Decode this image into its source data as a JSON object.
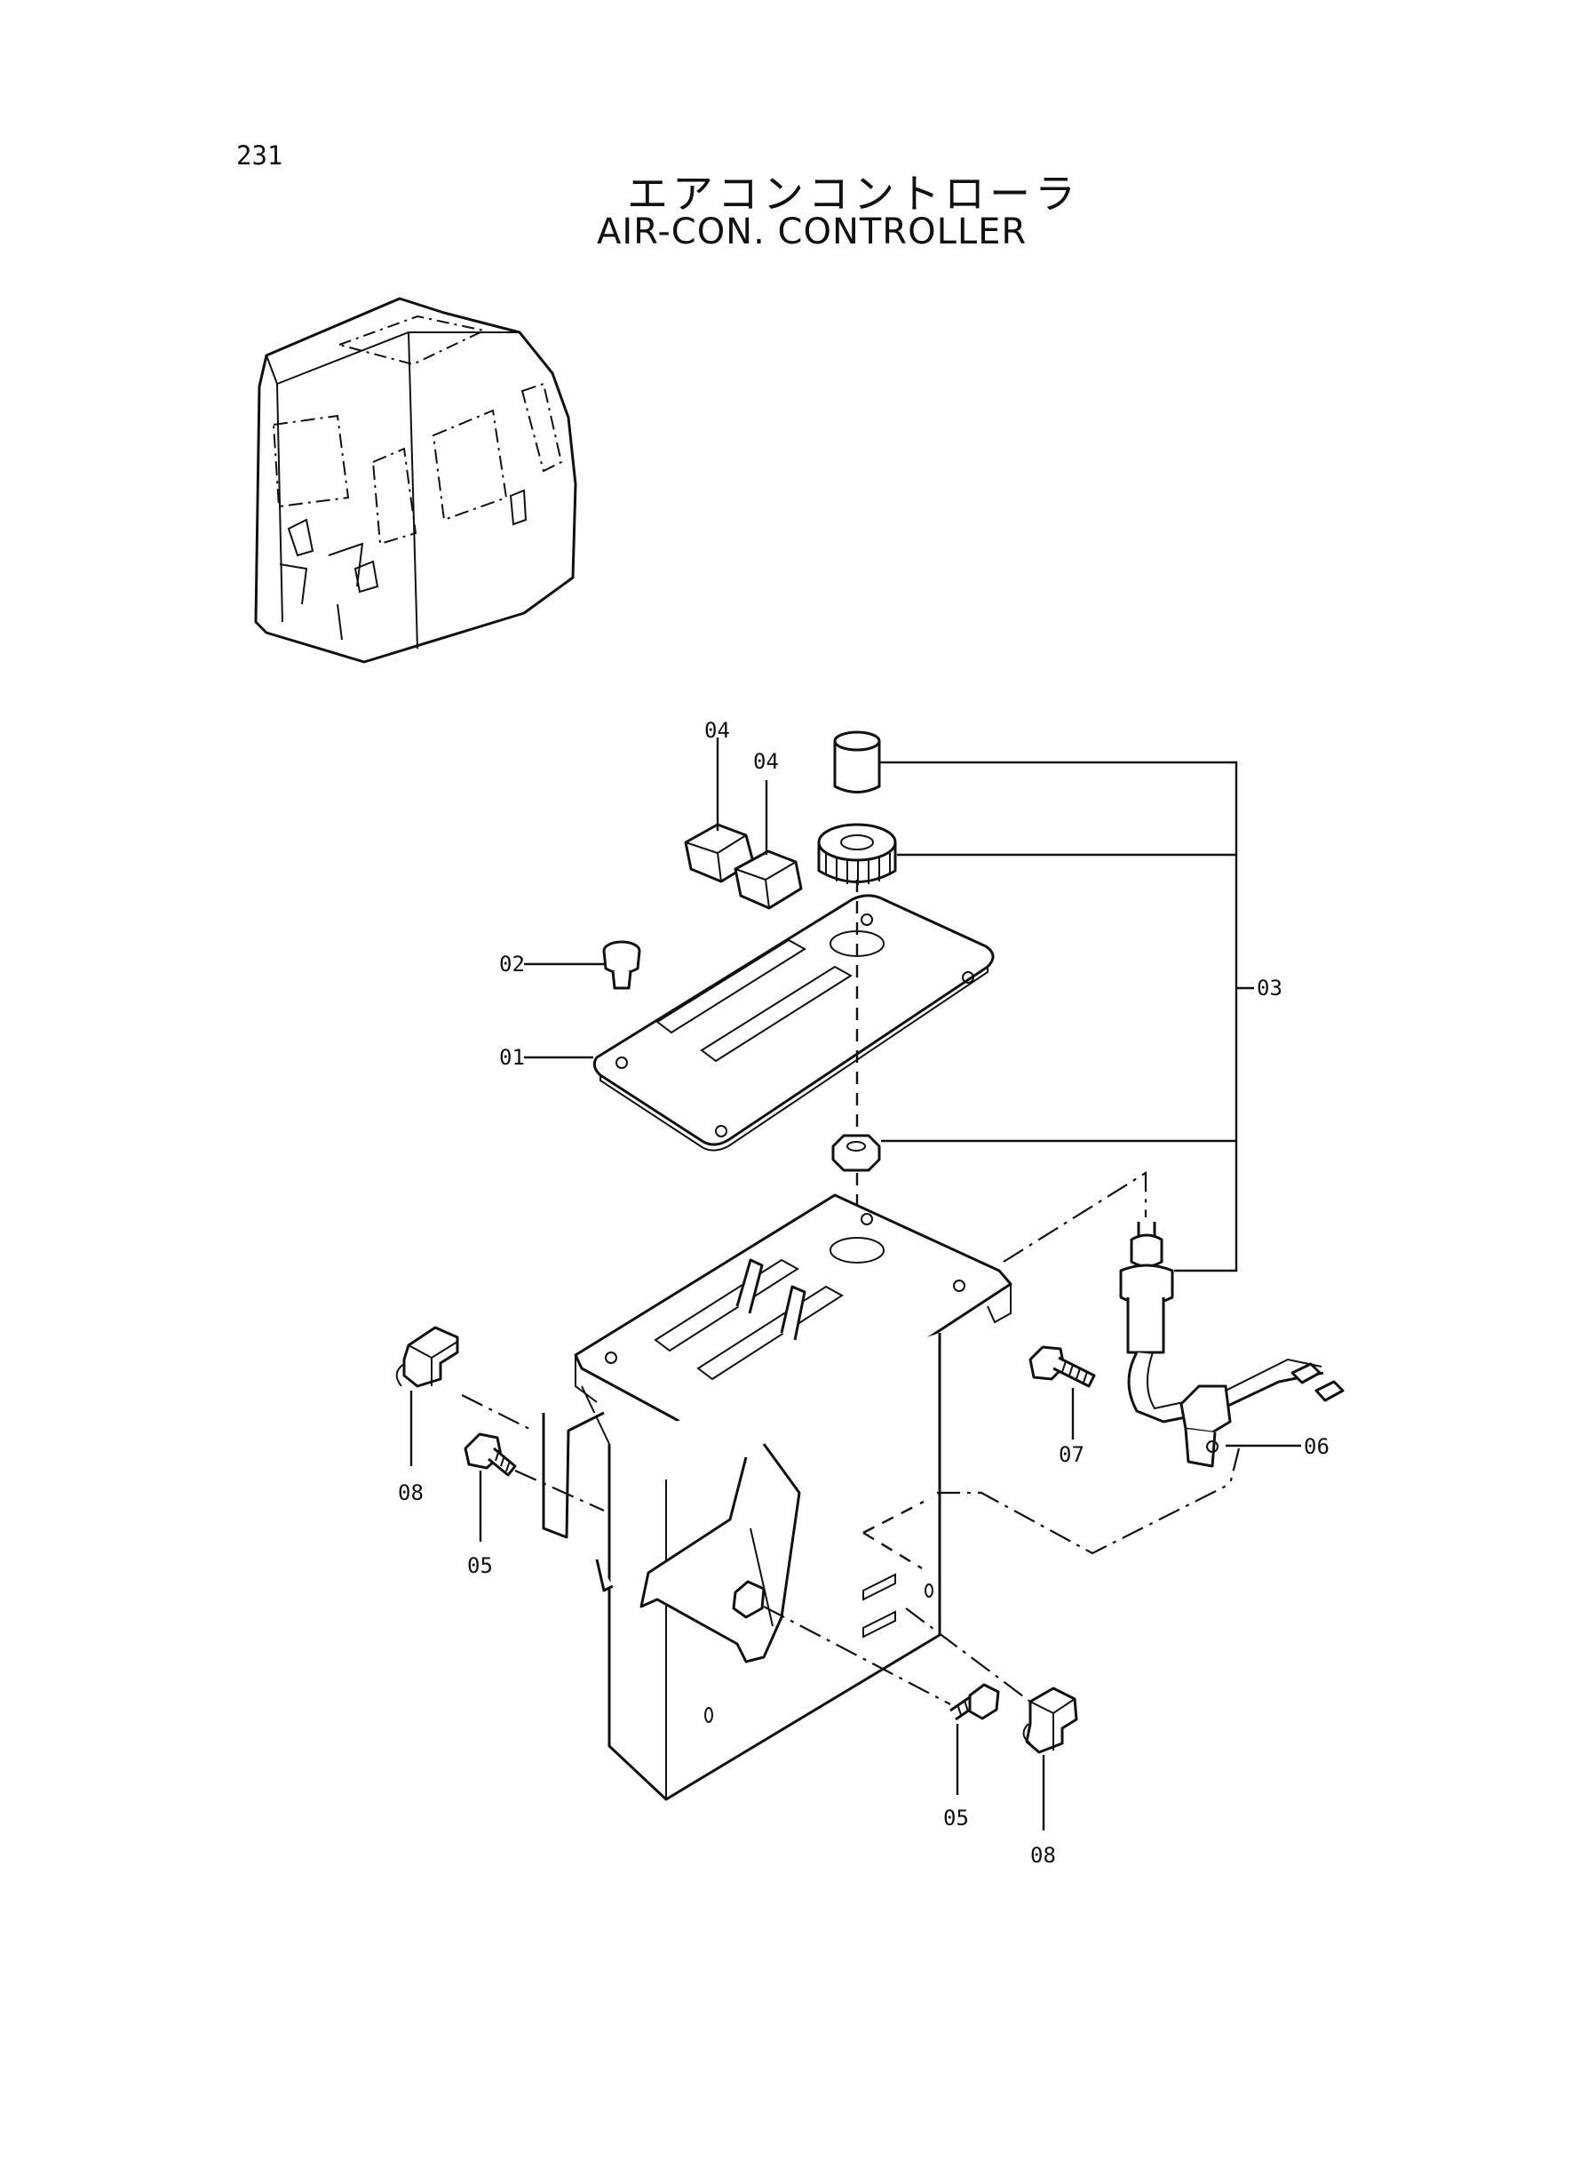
{
  "page": {
    "number": "231",
    "title_jp": "エアコンコントローラ",
    "title_en": "AIR-CON. CONTROLLER"
  },
  "callouts": {
    "c01": "01",
    "c02": "02",
    "c03": "03",
    "c04a": "04",
    "c04b": "04",
    "c05a": "05",
    "c05b": "05",
    "c06": "06",
    "c07": "07",
    "c08a": "08",
    "c08b": "08"
  }
}
